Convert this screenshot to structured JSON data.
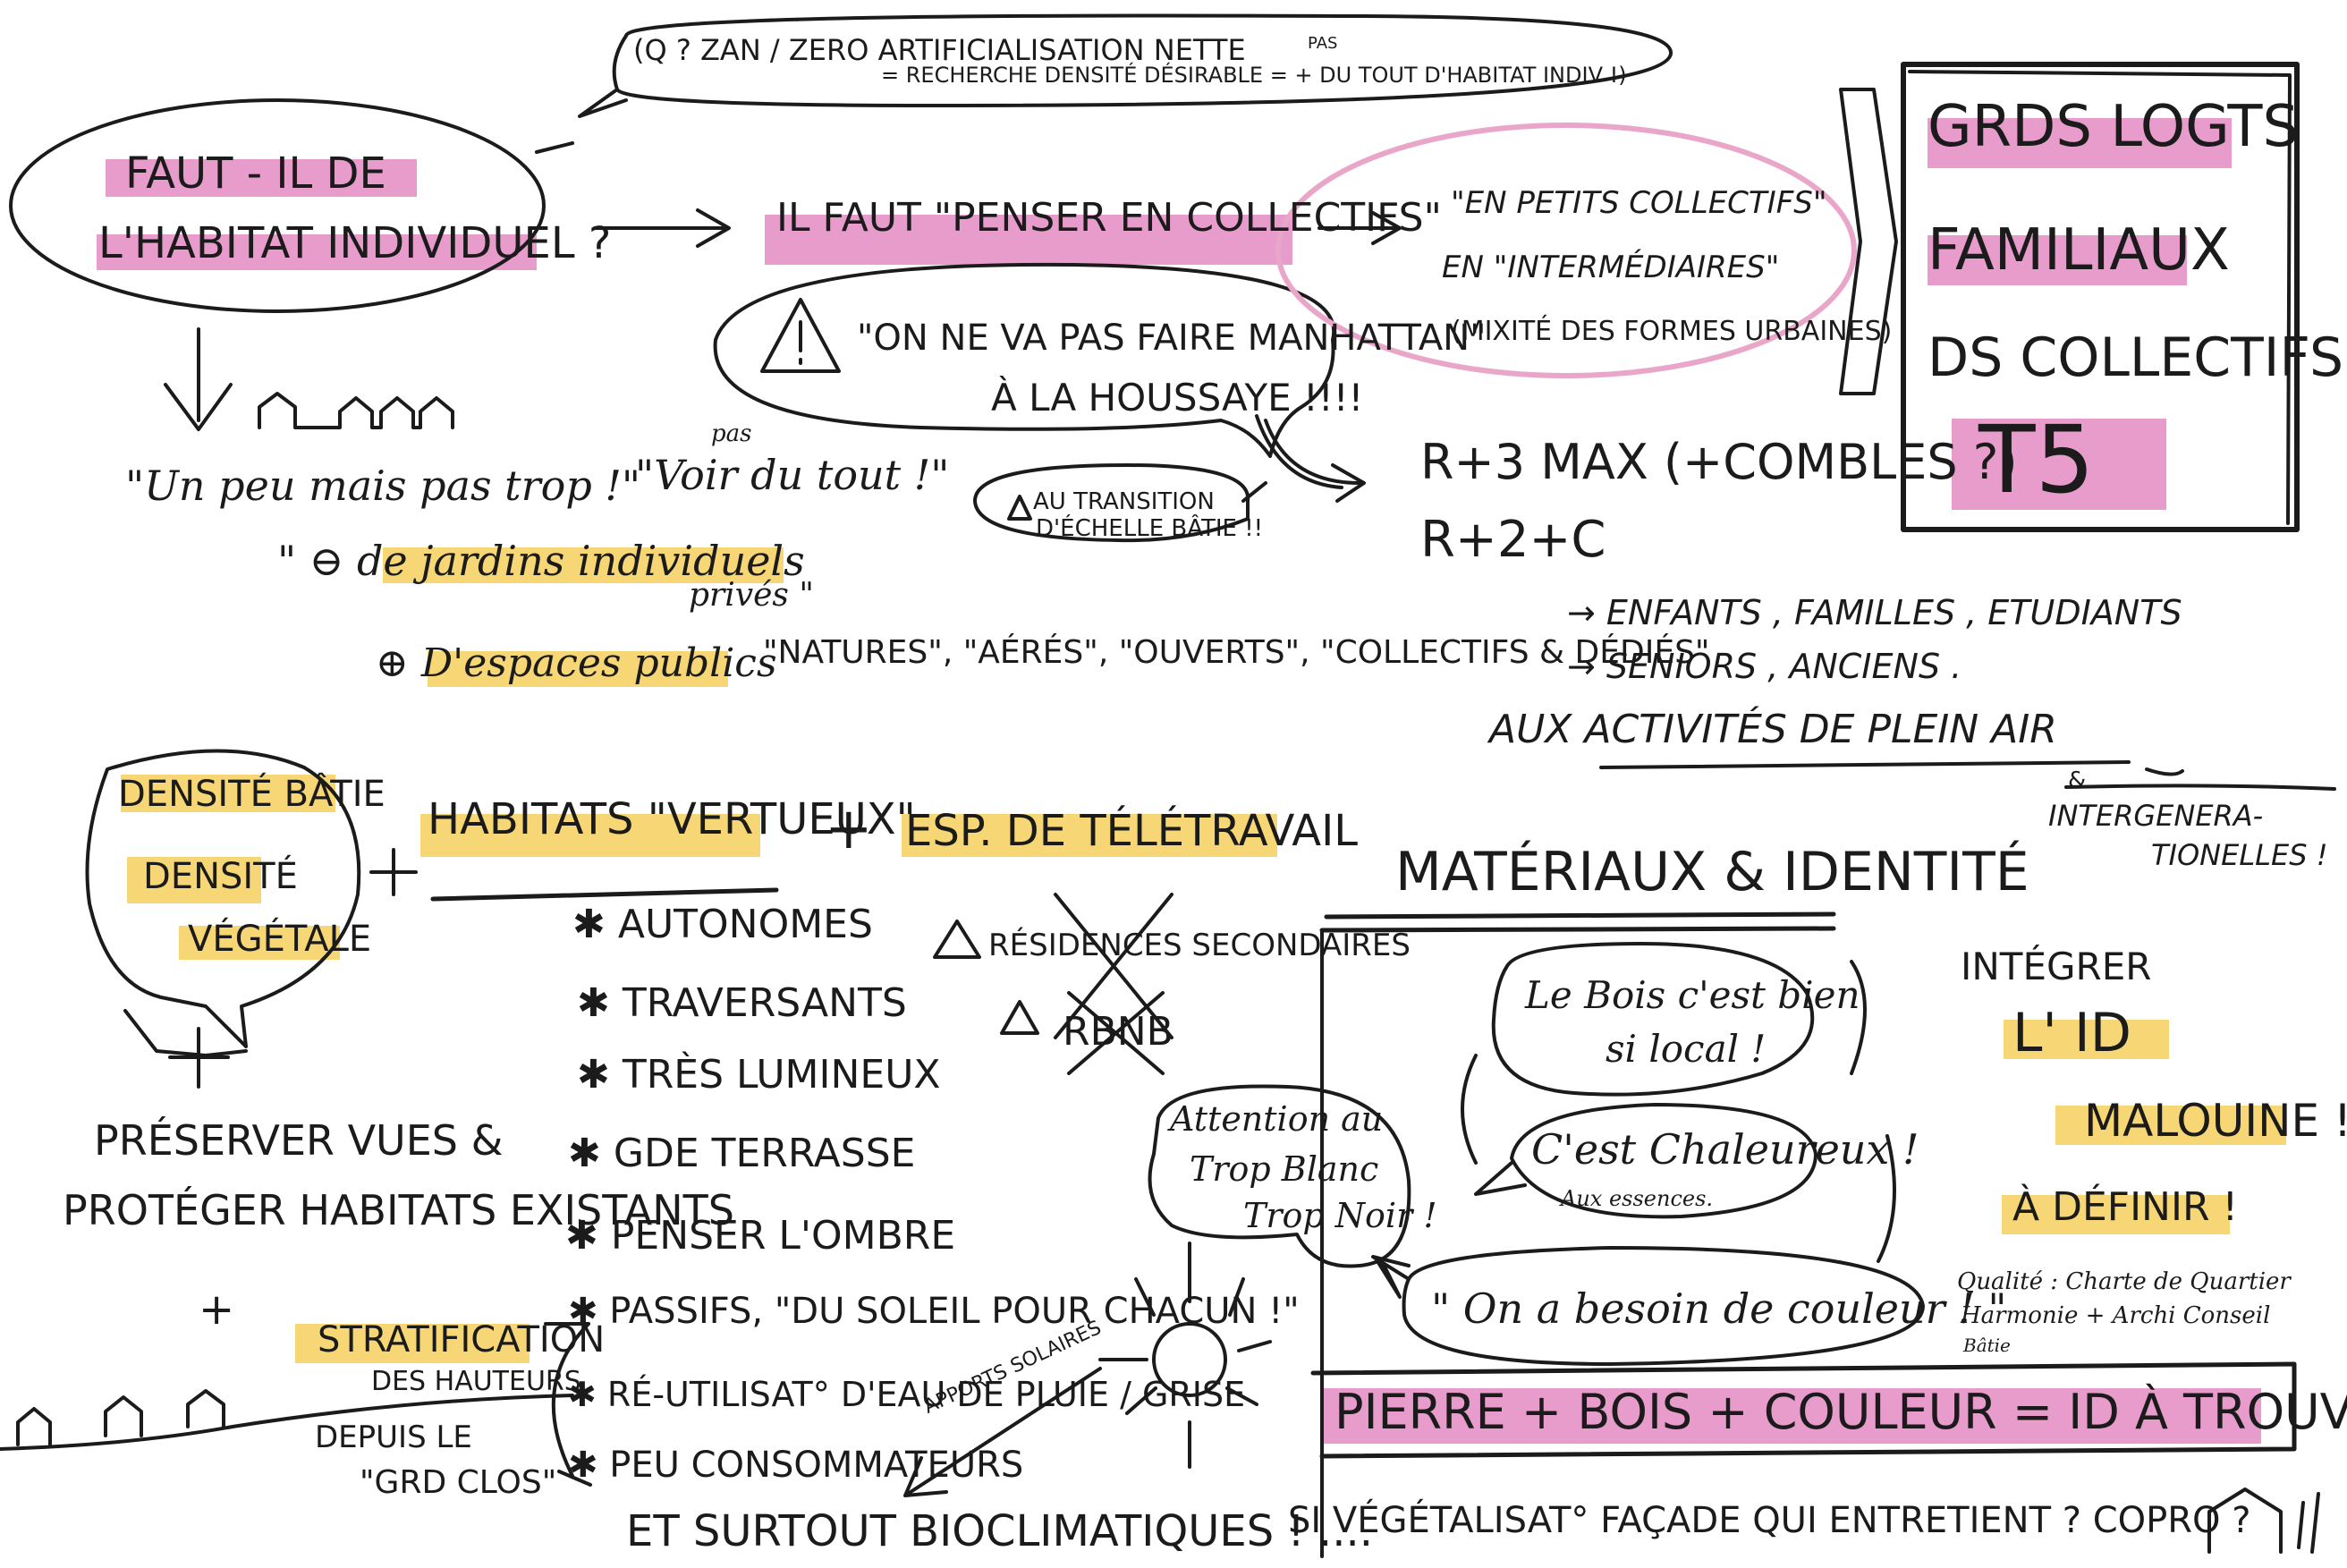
{
  "colors": {
    "ink": "#1b1b1b",
    "pink": "#e79ccc",
    "yellow": "#f7d775",
    "circle": "#e9a6c9"
  },
  "top": {
    "q_line1": "(Q ? ZAN / ZERO ARTIFICIALISATION NETTE",
    "q_line2": "= RECHERCHE DENSITÉ DÉSIRABLE = + DU TOUT D'HABITAT INDIV !)",
    "q_pas": "PAS",
    "main_q1": "FAUT - IL DE",
    "main_q2": "L'HABITAT INDIVIDUEL ?",
    "collectifs": "IL FAUT \"PENSER EN COLLECTIFS\"",
    "manhattan1": "\"ON NE VA PAS FAIRE MANHATTAN\"",
    "manhattan2": "À LA HOUSSAYE !!!!",
    "en_petits": "\"EN PETITS COLLECTIFS\"",
    "en_inter": "EN \"INTERMÉDIAIRES\"",
    "mixite": "(MIXITÉ DES FORMES URBAINES)",
    "grds1": "GRDS LOGTS",
    "grds2": "FAMILIAUX",
    "grds3": "DS COLLECTIFS",
    "t5": "T5",
    "r3": "R+3 MAX (+COMBLES ?)",
    "r2": "R+2+C",
    "transition1": "AU TRANSITION",
    "transition2": "D'ÉCHELLE BÂTIE !!",
    "un_peu": "\"Un peu mais pas trop !\"",
    "voir": "\"Voir du tout !\"",
    "voir_pas": "pas",
    "jardins": "\" ⊖ de jardins individuels",
    "prives": "privés \"",
    "espaces": "⊕ D'espaces publics",
    "natures": "\"NATURES\", \"AÉRÉS\", \"OUVERTS\", \"COLLECTIFS & DÉDIÉS\"",
    "enfants": "→ ENFANTS , FAMILLES , ETUDIANTS",
    "seniors": "→ SENIORS , ANCIENS .",
    "plein_air": "AUX ACTIVITÉS DE PLEIN AIR",
    "intergen_amp": "&",
    "intergen1": "INTERGENERA-",
    "intergen2": "TIONELLES !"
  },
  "mid": {
    "densite_batie": "DENSITÉ BÂTIE",
    "densite": "DENSITÉ",
    "vegetale": "VÉGÉTALE",
    "habitats": "HABITATS \"VERTUEUX\"",
    "plus1": "+",
    "plus2": "+",
    "teletravail": "ESP. DE TÉLÉTRAVAIL",
    "bullets": [
      "AUTONOMES",
      "TRAVERSANTS",
      "TRÈS LUMINEUX",
      "GDE TERRASSE",
      "PENSER L'OMBRE",
      "PASSIFS, \"DU SOLEIL POUR CHACUN !\"",
      "RÉ-UTILISAT° D'EAU DE PLUIE / GRISE",
      "PEU CONSOMMATEURS"
    ],
    "apports": "APPORTS SOLAIRES",
    "bioclim": "ET SURTOUT BIOCLIMATIQUES ! ....",
    "residences": "RÉSIDENCES SECONDAIRES",
    "rbnb": "RBNB",
    "plus_small": "+",
    "preserver1": "PRÉSERVER VUES &",
    "preserver2": "PROTÉGER HABITATS EXISTANTS",
    "plus_left": "+",
    "strat1": "STRATIFICATION",
    "strat2": "DES HAUTEURS",
    "depuis1": "DEPUIS LE",
    "depuis2": "\"GRD CLOS\""
  },
  "right": {
    "materiaux": "MATÉRIAUX & IDENTITÉ",
    "bois1": "Le Bois c'est bien",
    "bois2": "si local !",
    "chaleureux": "C'est Chaleureux !",
    "essences": "Aux essences.",
    "couleur": "\" On a besoin de couleur ! \"",
    "attention1": "Attention au",
    "attention2": "Trop Blanc",
    "attention3": "Trop Noir !",
    "integrer1": "INTÉGRER",
    "integrer2": "L' ID",
    "integrer3": "MALOUINE !",
    "integrer4": "À DÉFINIR !",
    "qualite1": "Qualité : Charte de Quartier",
    "qualite2": "Harmonie + Archi Conseil",
    "qualite3": "Bâtie",
    "pierre": "PIERRE + BOIS + COULEUR = ID À TROUVER !",
    "si_veget": "SI VÉGÉTALISAT° FAÇADE QUI ENTRETIENT ? COPRO ?"
  }
}
